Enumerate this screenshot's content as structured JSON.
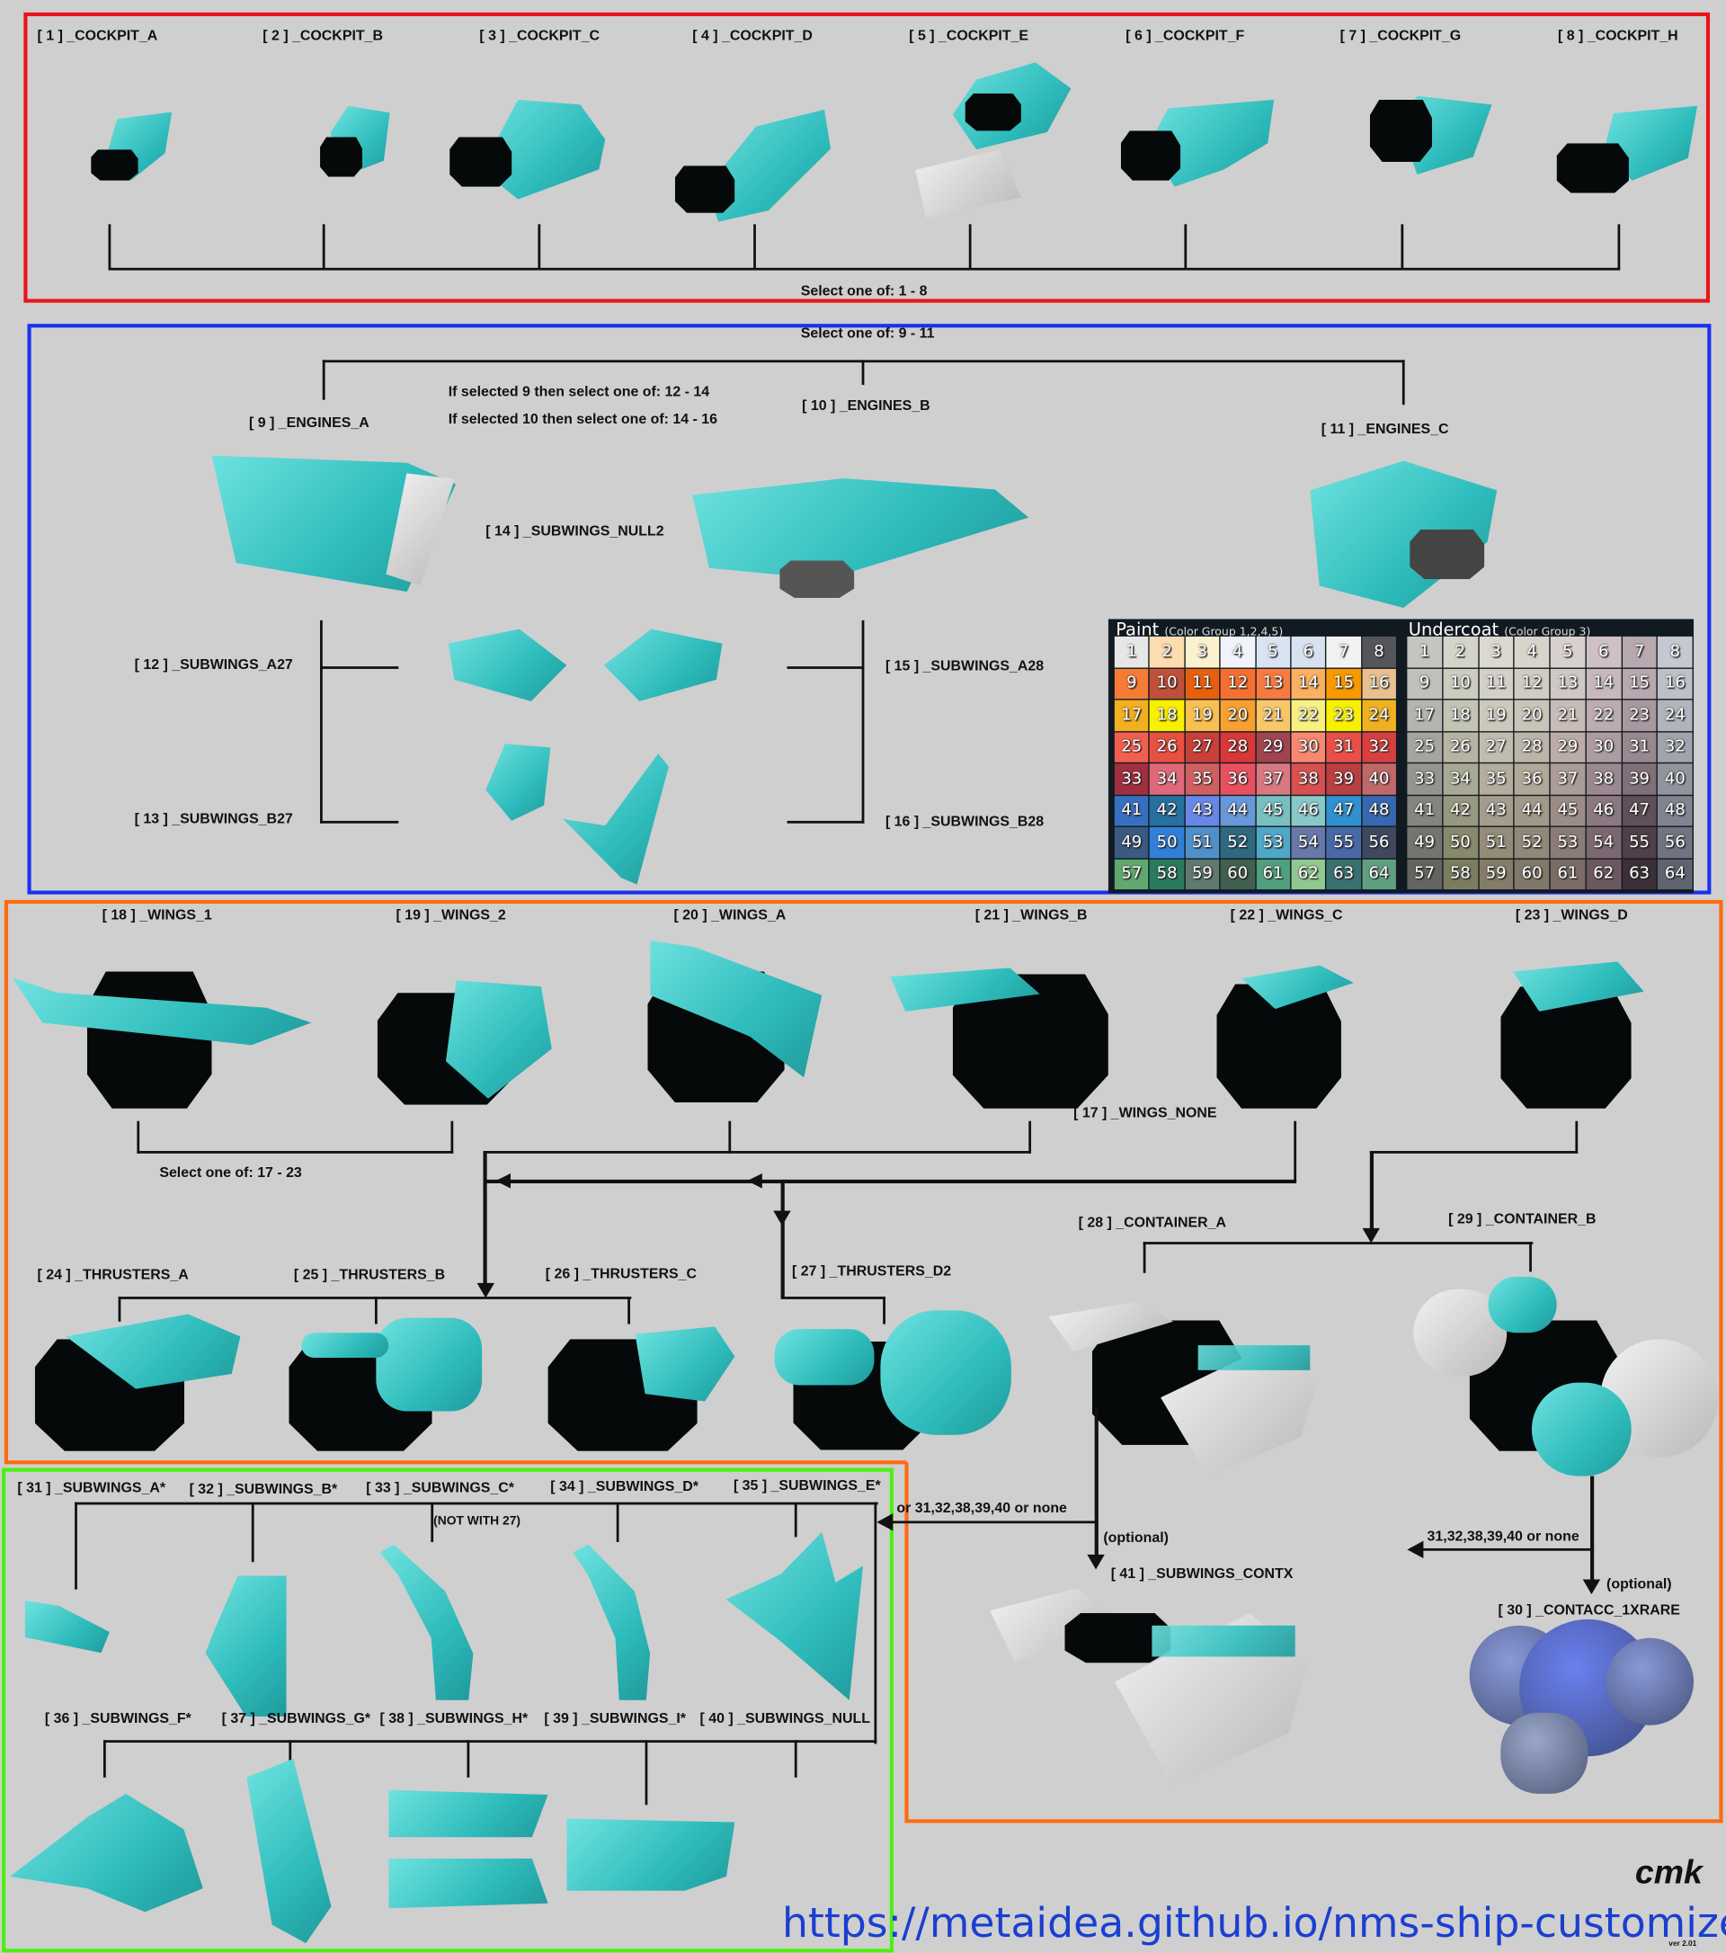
{
  "cockpits": [
    "[ 1 ]  _COCKPIT_A",
    "[ 2 ]  _COCKPIT_B",
    "[ 3 ]  _COCKPIT_C",
    "[ 4 ]  _COCKPIT_D",
    "[ 5 ]  _COCKPIT_E",
    "[ 6 ]  _COCKPIT_F",
    "[ 7 ]  _COCKPIT_G",
    "[ 8 ]  _COCKPIT_H"
  ],
  "cockpit_note": "Select one of:  1 - 8",
  "engines_note": "Select one of:  9 - 11",
  "if9": "If selected 9 then select one of:  12 - 14",
  "if10": "If selected 10 then select one of:  14 - 16",
  "engines": [
    "[ 9 ]  _ENGINES_A",
    "[ 10 ]  _ENGINES_B",
    "[ 11 ]  _ENGINES_C"
  ],
  "subwings_engine": {
    "s12": "[ 12 ]  _SUBWINGS_A27",
    "s13": "[ 13 ]  _SUBWINGS_B27",
    "s14": "[ 14 ]  _SUBWINGS_NULL2",
    "s15": "[ 15 ]  _SUBWINGS_A28",
    "s16": "[ 16 ]  _SUBWINGS_B28"
  },
  "palette": {
    "paint_title": "Paint",
    "paint_sub": "(Color Group 1,2,4,5)",
    "undercoat_title": "Undercoat",
    "undercoat_sub": "(Color Group 3)",
    "paint_colors": [
      "#e6e6e6",
      "#fddcb0",
      "#fdf2d0",
      "#f0f4fa",
      "#d8e4f2",
      "#d6e2f0",
      "#f2f2f2",
      "#55555c",
      "#f57c35",
      "#c0503a",
      "#e8600f",
      "#f57030",
      "#f77a40",
      "#fbb060",
      "#f99800",
      "#e8c090",
      "#f2b020",
      "#f8f000",
      "#f8c050",
      "#f8a030",
      "#f8c868",
      "#f8f080",
      "#f8f000",
      "#f0b020",
      "#f06050",
      "#e85040",
      "#c84038",
      "#d83838",
      "#a04450",
      "#f88870",
      "#e85048",
      "#d84040",
      "#a03040",
      "#e06878",
      "#d06060",
      "#e85060",
      "#d87880",
      "#d85050",
      "#b84040",
      "#c06868",
      "#3870c0",
      "#2870a0",
      "#6888e8",
      "#6898d8",
      "#78c0c0",
      "#88c8c8",
      "#3090d0",
      "#3868b0",
      "#3a5a80",
      "#3080d8",
      "#5090c8",
      "#306880",
      "#50a8c8",
      "#6878a8",
      "#4868a8",
      "#404860",
      "#60a870",
      "#2a7a60",
      "#607870",
      "#406050",
      "#50a080",
      "#90c890",
      "#3a7070",
      "#60a080"
    ],
    "undercoat_colors": [
      "#c4c4c0",
      "#d4d4c8",
      "#dcd8d0",
      "#d8d4cc",
      "#d8d0cc",
      "#cfc0c4",
      "#b8a8b0",
      "#c4c8d0",
      "#c0c0bc",
      "#ccccc0",
      "#d4d0c8",
      "#d0ccc4",
      "#d0c8c4",
      "#c8b8bc",
      "#b8a8b0",
      "#bcc0c8",
      "#b4b4b0",
      "#c4c4b4",
      "#ccc8bc",
      "#c8c4b8",
      "#c8bcb8",
      "#bcacb0",
      "#a898a0",
      "#b0b4bc",
      "#a4a4a0",
      "#b8b4a4",
      "#c0bcb0",
      "#bcb4a8",
      "#bcaca8",
      "#ac9ca0",
      "#988890",
      "#a0a4ac",
      "#949490",
      "#a8a894",
      "#b4ac9c",
      "#b0a898",
      "#ac9c98",
      "#9c8890",
      "#807078",
      "#90949c",
      "#848480",
      "#989880",
      "#a49c8c",
      "#a09888",
      "#9c8c88",
      "#8c7880",
      "#605058",
      "#808490",
      "#747470",
      "#88886c",
      "#948c78",
      "#908878",
      "#8c7c78",
      "#7c6870",
      "#504048",
      "#707480",
      "#646460",
      "#7c7c60",
      "#847c68",
      "#807868",
      "#7c6c68",
      "#6c5860",
      "#3c3038",
      "#606470"
    ]
  },
  "wings": [
    "[ 18 ]  _WINGS_1",
    "[ 19 ]  _WINGS_2",
    "[ 20 ]  _WINGS_A",
    "[ 21 ]  _WINGS_B",
    "[ 22 ]  _WINGS_C",
    "[ 23 ]  _WINGS_D"
  ],
  "wings_none": "[ 17 ]  _WINGS_NONE",
  "wings_note": "Select one of:  17 - 23",
  "thrusters": [
    "[ 24 ]  _THRUSTERS_A",
    "[ 25 ]  _THRUSTERS_B",
    "[ 26 ]  _THRUSTERS_C",
    "[ 27 ]  _THRUSTERS_D2"
  ],
  "containers": [
    "[  28  ]  _CONTAINER_A",
    "[  29  ]  _CONTAINER_B"
  ],
  "contx_note": "or 31,32,38,39,40 or none",
  "optional": "(optional)",
  "contx": "[  41  ]  _SUBWINGS_CONTX",
  "contacc_note": "31,32,38,39,40 or none",
  "contacc": "[ 30 ]  _CONTACC_1XRARE",
  "subwings_top": [
    "[ 31 ] _SUBWINGS_A*",
    "[ 32 ] _SUBWINGS_B*",
    "[ 33 ] _SUBWINGS_C*",
    "[ 34 ] _SUBWINGS_D*",
    "[ 35 ] _SUBWINGS_E*"
  ],
  "not_with": "(NOT WITH 27)",
  "subwings_bottom": [
    "[ 36 ] _SUBWINGS_F*",
    "[ 37 ] _SUBWINGS_G*",
    "[ 38 ] _SUBWINGS_H*",
    "[ 39 ] _SUBWINGS_I*",
    "[ 40 ] _SUBWINGS_NULL"
  ],
  "signature": "cmk",
  "url": "https://metaidea.github.io/nms-ship-customizer/",
  "version": "ver 2.01"
}
